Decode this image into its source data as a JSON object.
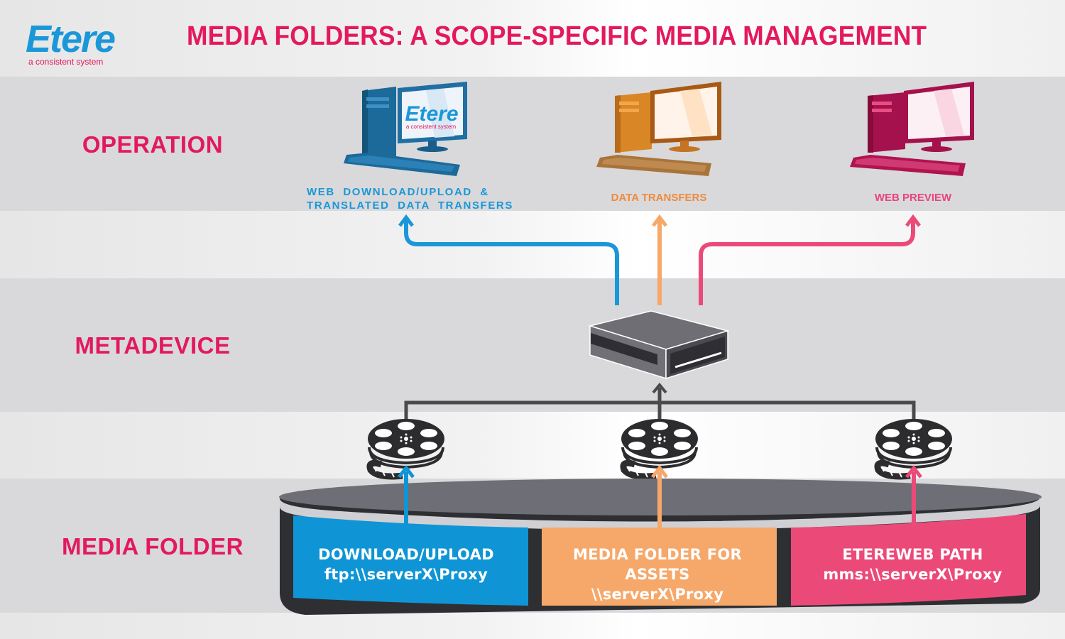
{
  "logo": {
    "name": "Etere",
    "tagline": "a consistent system"
  },
  "title": "MEDIA FOLDERS: A SCOPE-SPECIFIC MEDIA MANAGEMENT",
  "layers": {
    "operation": "OPERATION",
    "metadevice": "METADEVICE",
    "media_folder": "MEDIA FOLDER"
  },
  "operations": [
    {
      "line1": "WEB  DOWNLOAD/UPLOAD  &",
      "line2": "TRANSLATED  DATA  TRANSFERS",
      "color": "#1a97d8",
      "icon": "computer-etere-icon",
      "screen_logo": "Etere",
      "screen_tagline": "a consistent system"
    },
    {
      "line1": "DATA TRANSFERS",
      "color": "#f08a3c",
      "icon": "computer-orange-icon"
    },
    {
      "line1": "WEB PREVIEW",
      "color": "#e8457a",
      "icon": "computer-magenta-icon"
    }
  ],
  "metadevice": {
    "icon": "server-box-icon"
  },
  "reels": [
    {
      "icon": "film-reel-icon"
    },
    {
      "icon": "film-reel-icon"
    },
    {
      "icon": "film-reel-icon"
    }
  ],
  "folders": [
    {
      "title": "DOWNLOAD/UPLOAD",
      "path": "ftp:\\\\serverX\\Proxy",
      "color": "#0f95d5"
    },
    {
      "title": "MEDIA FOLDER FOR ASSETS",
      "path": "\\\\serverX\\Proxy",
      "color": "#f6a86a"
    },
    {
      "title": "ETEREWEB PATH",
      "path": "mms:\\\\serverX\\Proxy",
      "color": "#eb4a78"
    }
  ],
  "colors": {
    "accent": "#e3195e",
    "blue": "#1a97d8",
    "orange": "#f6a86a",
    "pink": "#eb4a78",
    "dark": "#2e2f33",
    "connector": "#4a4a4d"
  }
}
